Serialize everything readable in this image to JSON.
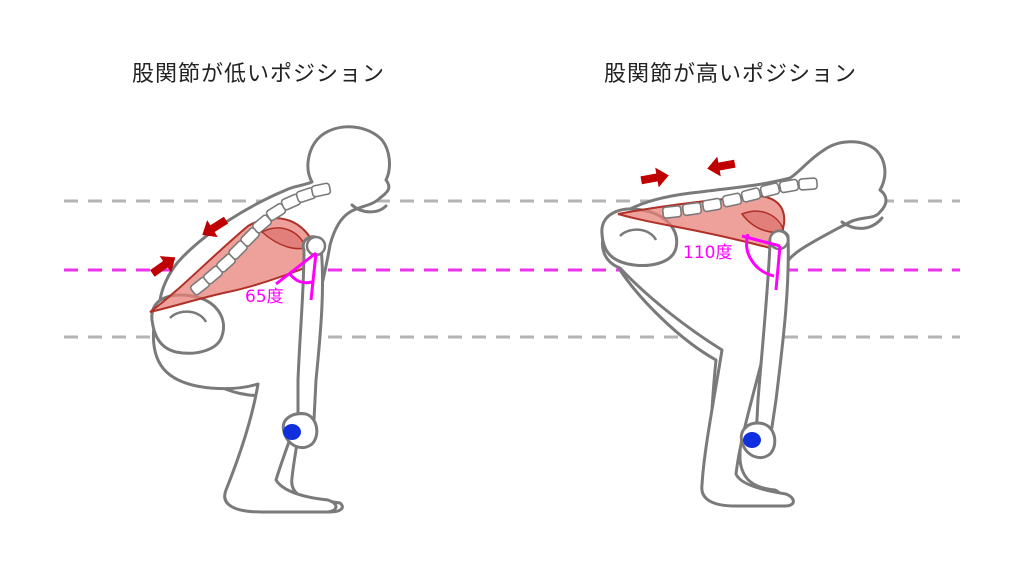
{
  "panels": {
    "left": {
      "title": "股関節が低いポジション",
      "angle_label": "65度"
    },
    "right": {
      "title": "股関節が高いポジション",
      "angle_label": "110度"
    }
  },
  "colors": {
    "background": "#ffffff",
    "outline": "#7a7a7a",
    "body_fill": "#ffffff",
    "muscle_fill": "#e8817a",
    "muscle_stroke": "#b03028",
    "arrow": "#c00000",
    "angle": "#ff00ff",
    "hip_line": "#ee33ee",
    "reference_line": "#b4b4b4",
    "dumbbell": "#1030e0"
  },
  "icons": {
    "arrow": "red-arrow-icon",
    "weight": "dumbbell-icon"
  }
}
